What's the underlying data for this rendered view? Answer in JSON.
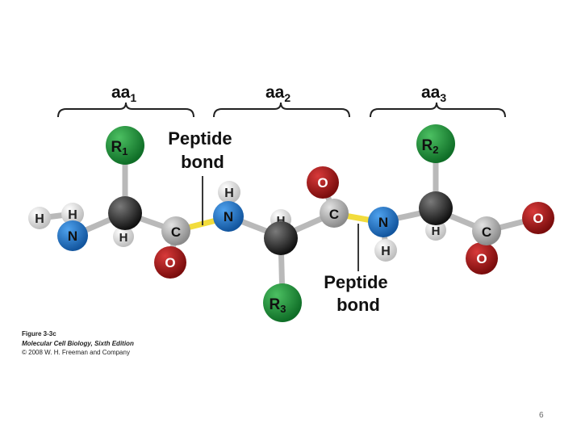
{
  "residues": [
    {
      "base": "aa",
      "sub": "1"
    },
    {
      "base": "aa",
      "sub": "2"
    },
    {
      "base": "aa",
      "sub": "3"
    }
  ],
  "peptide_bond_labels": [
    {
      "line1": "Peptide",
      "line2": "bond"
    },
    {
      "line1": "Peptide",
      "line2": "bond"
    }
  ],
  "r_groups": [
    {
      "base": "R",
      "sub": "1"
    },
    {
      "base": "R",
      "sub": "2"
    },
    {
      "base": "R",
      "sub": "3"
    }
  ],
  "atoms": {
    "hydrogen": "H",
    "nitrogen": "N",
    "carbon": "C",
    "oxygen": "O"
  },
  "colors": {
    "hydrogen": "#e6e6e6",
    "nitrogen": "#1f6fc4",
    "carbon_alpha": "#222222",
    "carbon_carbonyl": "#a8a8a8",
    "oxygen": "#a51515",
    "r_group": "#1f8f3a",
    "peptide_bond": "#f2dc3c"
  },
  "caption": {
    "figure": "Figure 3-3c",
    "book": "Molecular Cell Biology, Sixth Edition",
    "copyright": "© 2008 W. H. Freeman and Company"
  },
  "page_number": "6"
}
